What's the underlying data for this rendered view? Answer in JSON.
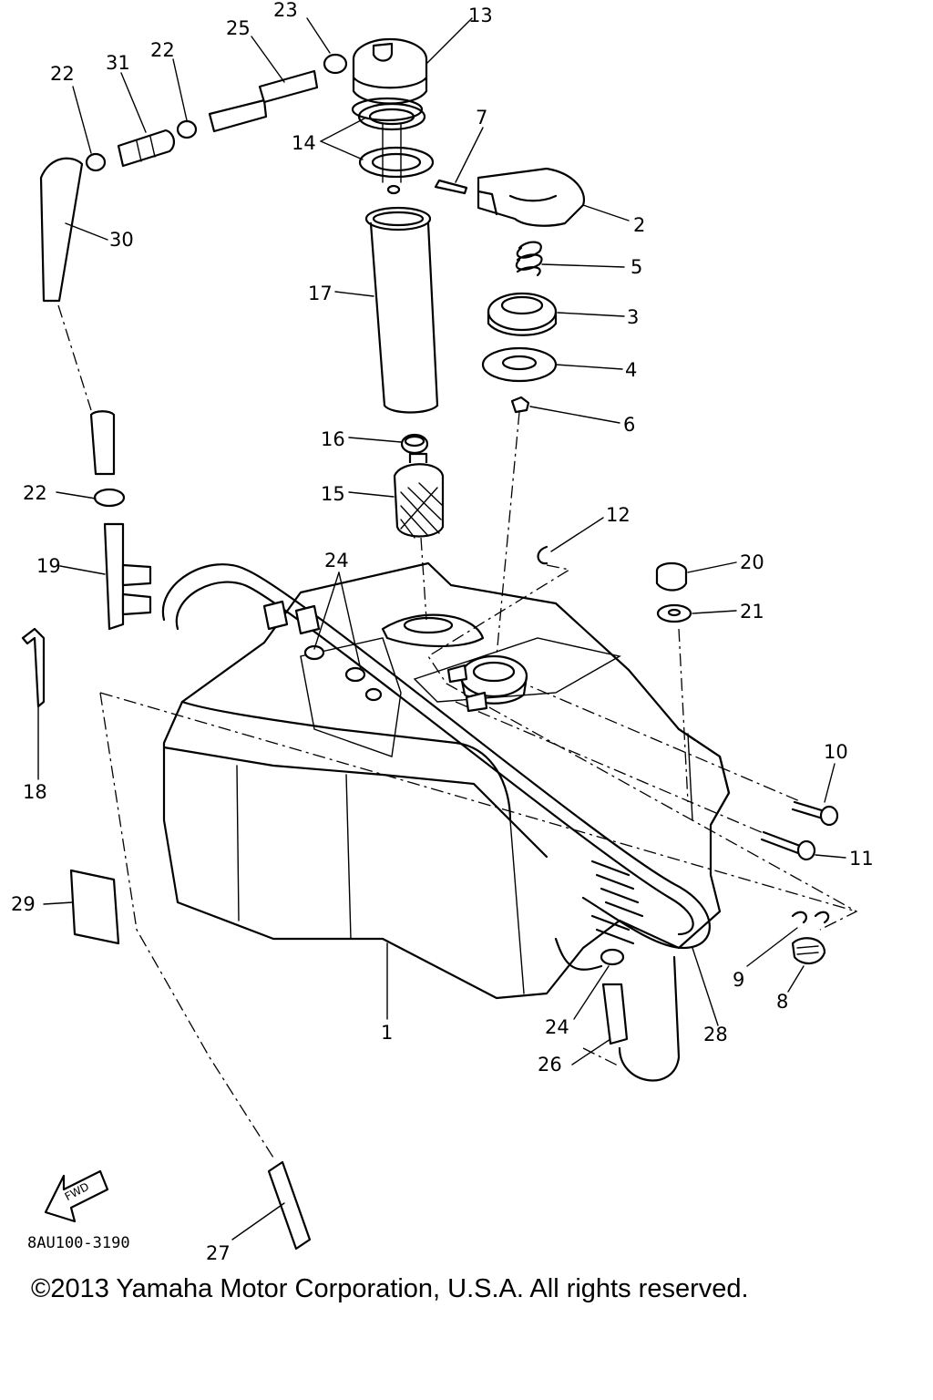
{
  "diagram": {
    "part_numbers": [
      "1",
      "2",
      "3",
      "4",
      "5",
      "6",
      "7",
      "8",
      "9",
      "10",
      "11",
      "12",
      "13",
      "14",
      "15",
      "16",
      "17",
      "18",
      "19",
      "20",
      "21",
      "22",
      "22",
      "22",
      "23",
      "24",
      "24",
      "25",
      "26",
      "27",
      "28",
      "29",
      "30",
      "31"
    ],
    "fwd_label": "FWD",
    "drawing_code": "8AU100-3190",
    "copyright": "©2013 Yamaha Motor Corporation, U.S.A. All rights reserved."
  }
}
